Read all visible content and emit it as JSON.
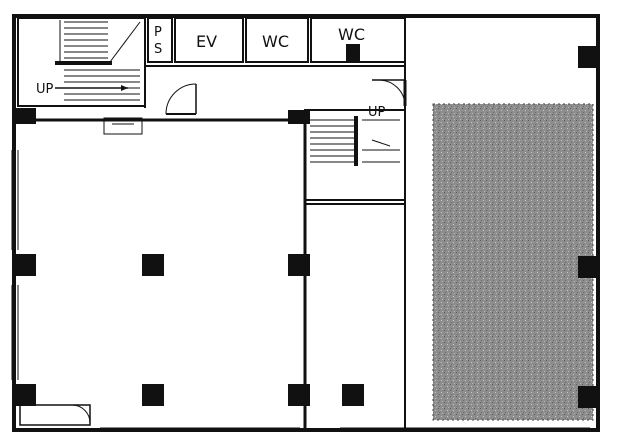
{
  "labels": {
    "ps_top": "P",
    "ps_bottom": "S",
    "ev": "EV",
    "wc_left": "WC",
    "wc_right": "WC",
    "up_left": "UP",
    "up_right": "UP"
  },
  "colors": {
    "wall": "#111111",
    "background": "#ffffff",
    "tenant_area_fill": "#8c8c8c"
  }
}
